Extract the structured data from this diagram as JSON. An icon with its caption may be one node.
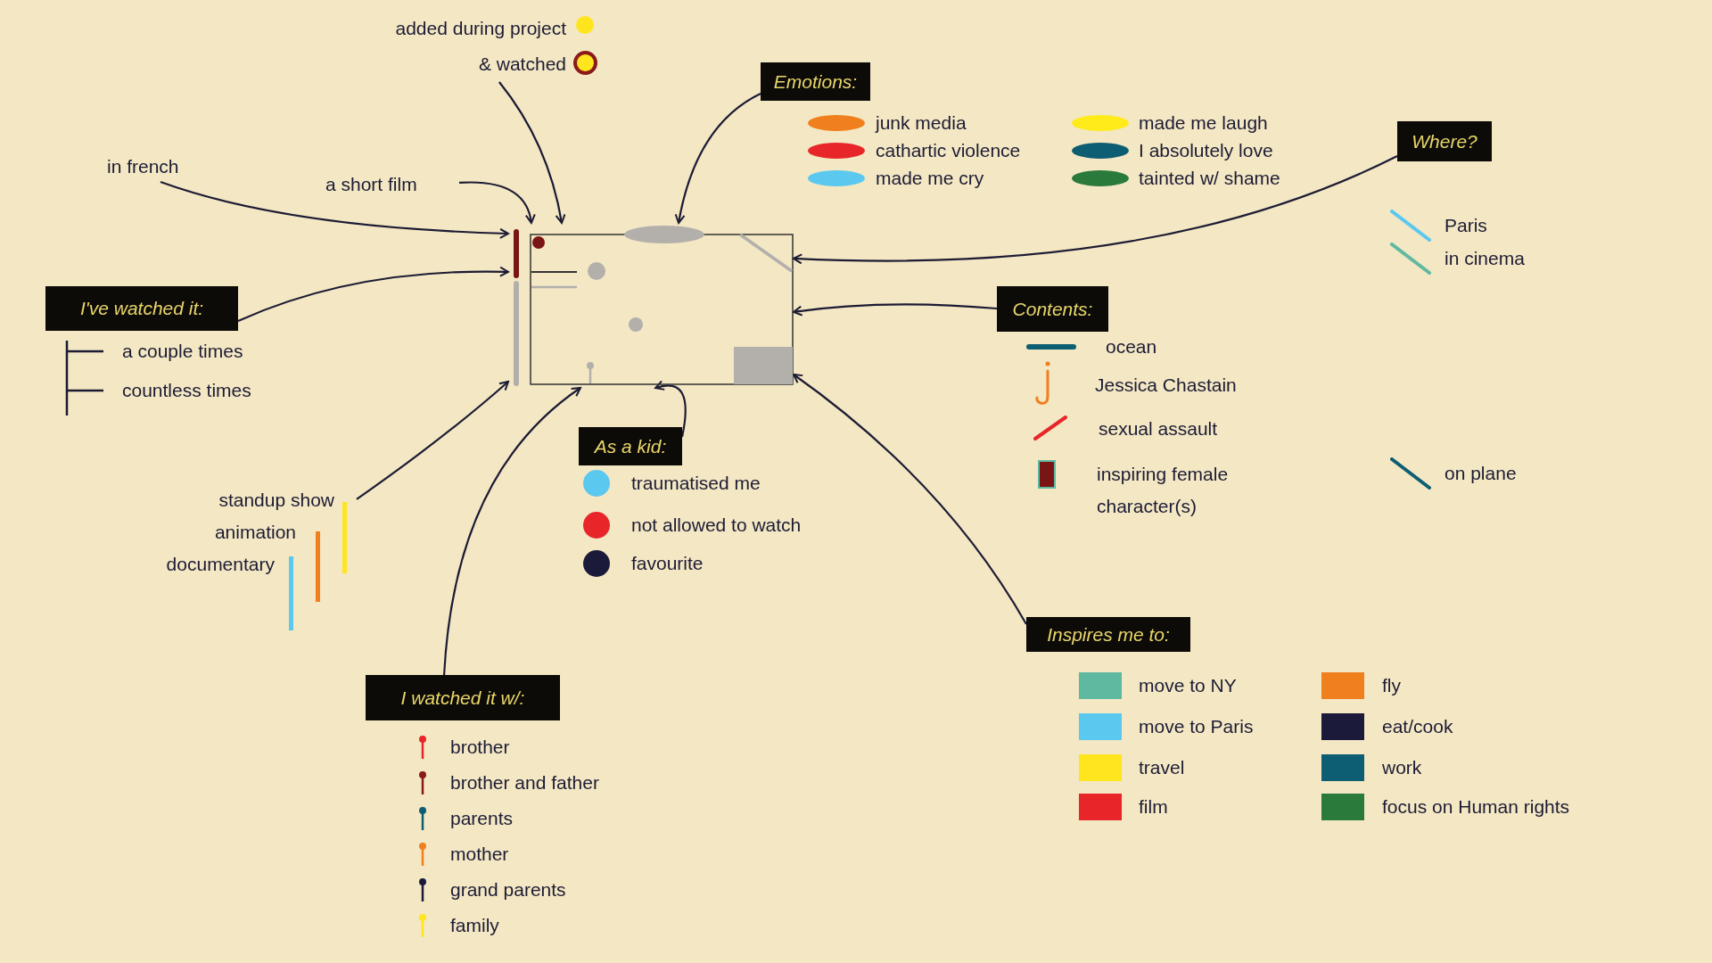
{
  "diagram": {
    "nodes": [
      {
        "text": [
          "added during project",
          "& watched"
        ]
      },
      {
        "text": [
          "in french"
        ]
      },
      {
        "text": [
          "a short film"
        ]
      },
      {
        "text": [
          "Emotions:"
        ]
      },
      {
        "text": [
          "Where?"
        ]
      },
      {
        "text": [
          "I've watched it:"
        ]
      },
      {
        "text": [
          "Contents:"
        ]
      },
      {
        "text": [],
        "shape": "picture"
      },
      {
        "text": [
          "standup show",
          "animation",
          "documentary"
        ]
      },
      {
        "text": [
          "As a kid:"
        ]
      },
      {
        "text": [
          "I watched it w/:"
        ]
      },
      {
        "text": [
          "Inspires me to:"
        ]
      }
    ],
    "edges": [
      {
        "from": 0,
        "to": 7,
        "arrow": "to"
      },
      {
        "from": 1,
        "to": 7,
        "arrow": "to"
      },
      {
        "from": 2,
        "to": 7,
        "arrow": "to"
      },
      {
        "from": 3,
        "to": 7,
        "arrow": "to"
      },
      {
        "from": 4,
        "to": 7,
        "arrow": "to"
      },
      {
        "from": 5,
        "to": 7,
        "arrow": "to"
      },
      {
        "from": 6,
        "to": 7,
        "arrow": "to"
      },
      {
        "from": 8,
        "to": 7,
        "arrow": "to"
      },
      {
        "from": 9,
        "to": 7,
        "arrow": "to"
      },
      {
        "from": 10,
        "to": 7,
        "arrow": "to"
      },
      {
        "from": 11,
        "to": 7,
        "arrow": "to"
      }
    ],
    "legend": [
      {
        "text": "junk media",
        "color": "#f07f1e"
      },
      {
        "text": "cathartic violence",
        "color": "#e8262a"
      },
      {
        "text": "made me cry",
        "color": "#5bc8f0"
      },
      {
        "text": "made me laugh",
        "color": "#ffeb1a"
      },
      {
        "text": "I absolutely love",
        "color": "#0e5e73"
      },
      {
        "text": "tainted w/ shame",
        "color": "#2a7a3c"
      },
      {
        "text": "Paris"
      },
      {
        "text": "in cinema"
      },
      {
        "text": "on plane"
      },
      {
        "text": "a couple times"
      },
      {
        "text": "countless times"
      },
      {
        "text": "ocean"
      },
      {
        "text": "Jessica Chastain"
      },
      {
        "text": "sexual assault"
      },
      {
        "text": "inspiring female character(s)"
      },
      {
        "text": "traumatised me",
        "color": "#5bc8f0"
      },
      {
        "text": "not allowed to watch",
        "color": "#e8262a"
      },
      {
        "text": "favourite",
        "color": "#1c1a3a"
      },
      {
        "text": "brother"
      },
      {
        "text": "brother and father"
      },
      {
        "text": "parents"
      },
      {
        "text": "mother"
      },
      {
        "text": "grand parents"
      },
      {
        "text": "family"
      },
      {
        "text": "move to NY",
        "color": "#5fb9a0"
      },
      {
        "text": "move to Paris",
        "color": "#5bc8f0"
      },
      {
        "text": "travel",
        "color": "#ffe51e"
      },
      {
        "text": "film",
        "color": "#e8262a"
      },
      {
        "text": "fly",
        "color": "#f07f1e"
      },
      {
        "text": "eat/cook",
        "color": "#1c1a3a"
      },
      {
        "text": "work",
        "color": "#0e5e73"
      },
      {
        "text": "focus on Human rights",
        "color": "#2a7a3c"
      }
    ]
  }
}
